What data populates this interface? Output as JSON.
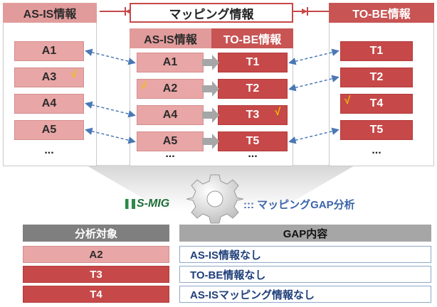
{
  "top": {
    "mapping_title": "マッピング情報",
    "asis_title": "AS-IS情報",
    "tobe_title": "TO-BE情報"
  },
  "left_panel": {
    "header": "AS-IS情報",
    "items": [
      "A1",
      "A3",
      "A4",
      "A5"
    ],
    "more": "..."
  },
  "right_panel": {
    "header": "TO-BE情報",
    "items": [
      "T1",
      "T2",
      "T4",
      "T5"
    ],
    "more": "..."
  },
  "mapping": {
    "asis_header": "AS-IS情報",
    "tobe_header": "TO-BE情報",
    "pairs": [
      {
        "asis": "A1",
        "tobe": "T1"
      },
      {
        "asis": "A2",
        "tobe": "T2"
      },
      {
        "asis": "A4",
        "tobe": "T3"
      },
      {
        "asis": "A5",
        "tobe": "T5"
      }
    ],
    "more_left": "...",
    "more_right": "..."
  },
  "check_mark": "√",
  "brand": {
    "logo_text": "S-MIG",
    "caption": "::: マッピングGAP分析"
  },
  "table": {
    "col1": "分析対象",
    "col2": "GAP内容",
    "rows": [
      {
        "target": "A2",
        "gap": "AS-IS情報なし"
      },
      {
        "target": "T3",
        "gap": "TO-BE情報なし"
      },
      {
        "target": "T4",
        "gap": "AS-ISマッピング情報なし"
      }
    ]
  },
  "colors": {
    "asis_pink": "#e8a6a6",
    "tobe_red": "#c64848",
    "link_blue": "#4a78b5",
    "check_yellow": "#f2c200",
    "gap_text": "#1f3f7a"
  },
  "icons": [
    "gear-icon",
    "dashed-double-arrow",
    "gray-right-arrow",
    "check-mark"
  ]
}
